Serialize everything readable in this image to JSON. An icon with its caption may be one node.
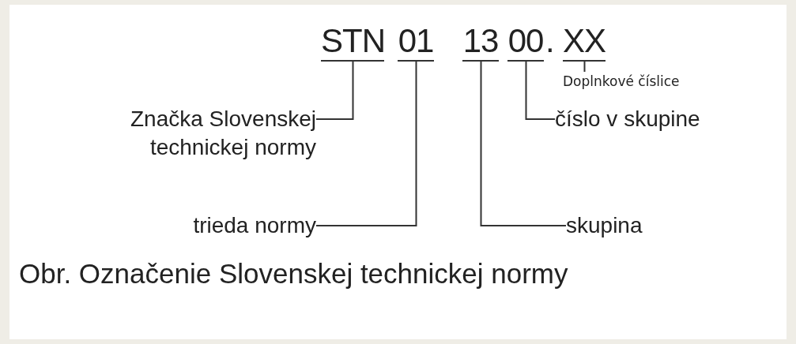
{
  "diagram": {
    "caption": "Obr. Označenie Slovenskej technickej normy",
    "nodes": [
      {
        "text": [
          "STN"
        ]
      },
      {
        "text": [
          "01"
        ]
      },
      {
        "text": [
          "13"
        ]
      },
      {
        "text": [
          "00"
        ]
      },
      {
        "text": [
          "XX"
        ]
      },
      {
        "text": [
          "Doplnkové číslice"
        ]
      },
      {
        "text": [
          "Značka Slovenskej technickej normy"
        ]
      },
      {
        "text": [
          "číslo v skupine"
        ]
      },
      {
        "text": [
          "trieda normy"
        ]
      },
      {
        "text": [
          "skupina"
        ]
      }
    ],
    "edges": [
      {
        "from": 6,
        "to": 0,
        "arrow": "none"
      },
      {
        "from": 8,
        "to": 1,
        "arrow": "none"
      },
      {
        "from": 9,
        "to": 2,
        "arrow": "none"
      },
      {
        "from": 7,
        "to": 3,
        "arrow": "none"
      },
      {
        "from": 5,
        "to": 4,
        "arrow": "none"
      }
    ],
    "labels": [
      "."
    ]
  }
}
